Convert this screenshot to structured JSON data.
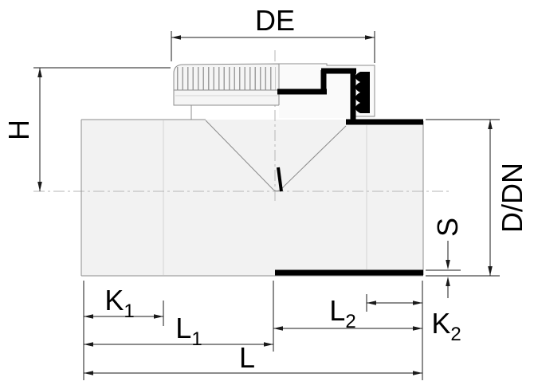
{
  "drawing": {
    "colors": {
      "body_fill": "#f2f2f2",
      "outline": "#8c8c8c",
      "section_black": "#000000",
      "dimension": "#1a1a1a",
      "centerline": "#b5b5b5"
    },
    "dimensions": {
      "de": {
        "label": "DE"
      },
      "h": {
        "label": "H"
      },
      "d_dn": {
        "label": "D/DN"
      },
      "s": {
        "label": "S"
      },
      "k1": {
        "base": "K",
        "sub": "1"
      },
      "l1": {
        "base": "L",
        "sub": "1"
      },
      "l2": {
        "base": "L",
        "sub": "2"
      },
      "k2": {
        "base": "K",
        "sub": "2"
      },
      "l": {
        "label": "L"
      }
    }
  }
}
